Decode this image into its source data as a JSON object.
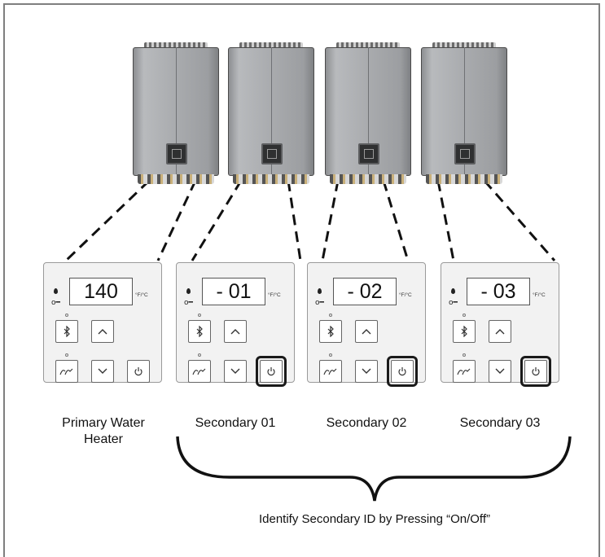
{
  "units": [
    {
      "display": "140",
      "unit": "°F/°C",
      "caption": "Primary Water Heater",
      "highlight_power": false
    },
    {
      "display": "- 01",
      "unit": "°F/°C",
      "caption": "Secondary 01",
      "highlight_power": true
    },
    {
      "display": "- 02",
      "unit": "°F/°C",
      "caption": "Secondary 02",
      "highlight_power": true
    },
    {
      "display": "- 03",
      "unit": "°F/°C",
      "caption": "Secondary 03",
      "highlight_power": true
    }
  ],
  "bracket_caption": "Identify Secondary ID by Pressing “On/Off”",
  "icons": [
    "flame-icon",
    "key-icon",
    "bluetooth-icon",
    "up-arrow-icon",
    "recirculation-icon",
    "down-arrow-icon",
    "power-icon"
  ],
  "colors": {
    "frame": "#7f7f7f",
    "panel_bg": "#f2f2f2",
    "highlight": "#1a1a1a"
  }
}
